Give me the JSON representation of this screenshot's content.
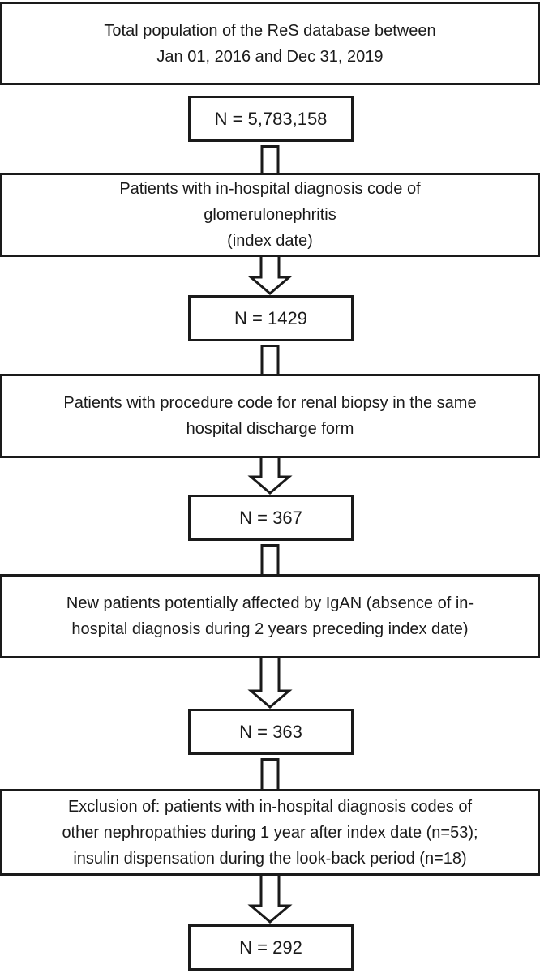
{
  "colors": {
    "ink": "#1a1a1a",
    "background": "#ffffff"
  },
  "flowchart": {
    "description": "Patient selection flowchart",
    "nodes": [
      {
        "id": "total-population",
        "role": "criteria",
        "text": "Total population of the ReS database between\nJan 01, 2016 and Dec 31, 2019"
      },
      {
        "id": "count-1",
        "role": "count",
        "text": "N = 5,783,158"
      },
      {
        "id": "criteria-glomerulonephritis",
        "role": "criteria",
        "text": "Patients with in-hospital diagnosis code of\nglomerulonephritis\n(index date)"
      },
      {
        "id": "count-2",
        "role": "count",
        "text": "N = 1429"
      },
      {
        "id": "criteria-renal-biopsy",
        "role": "criteria",
        "text": "Patients with procedure code for renal biopsy in the same\nhospital discharge form"
      },
      {
        "id": "count-3",
        "role": "count",
        "text": "N = 367"
      },
      {
        "id": "criteria-new-igan-patients",
        "role": "criteria",
        "text": "New patients potentially affected by IgAN (absence of in-\nhospital diagnosis during 2 years preceding index date)"
      },
      {
        "id": "count-4",
        "role": "count",
        "text": "N = 363"
      },
      {
        "id": "criteria-exclusions",
        "role": "criteria",
        "text": "Exclusion of: patients with in-hospital diagnosis codes of\nother nephropathies during 1 year after index date (n=53);\ninsulin dispensation during the look-back period (n=18)"
      },
      {
        "id": "count-5",
        "role": "count",
        "text": "N = 292"
      }
    ]
  }
}
